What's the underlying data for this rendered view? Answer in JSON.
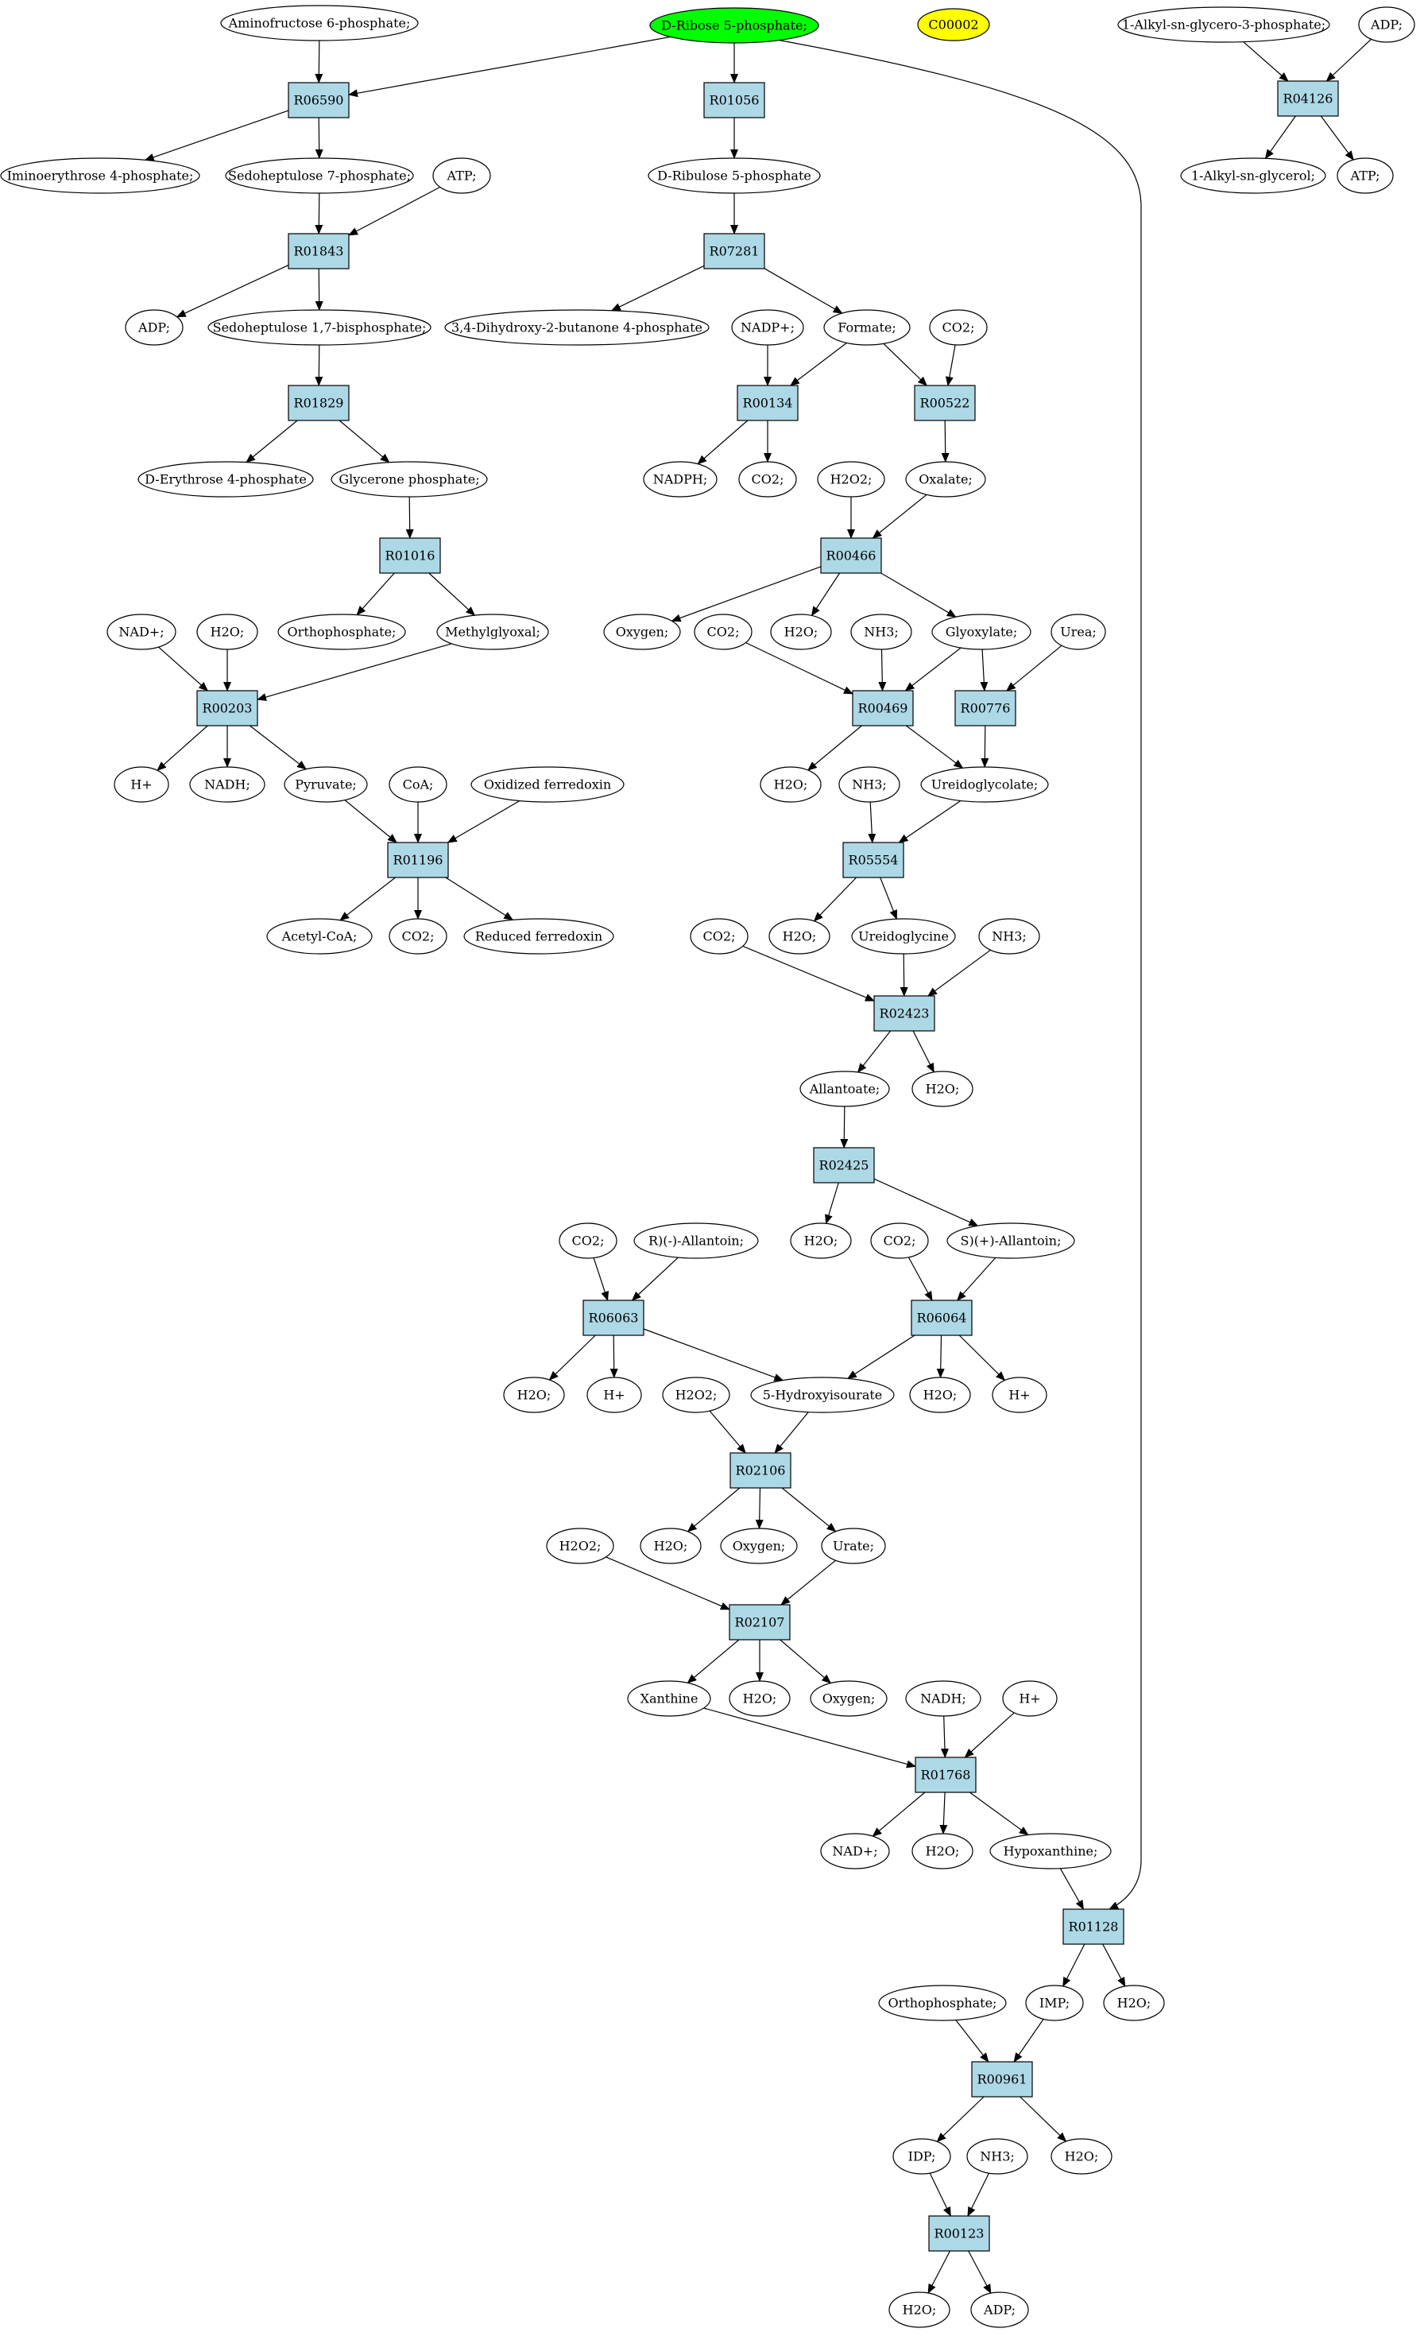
{
  "colors": {
    "reaction_fill": "#add8e6",
    "start_fill": "#00ff00",
    "target_fill": "#ffff00",
    "compound_fill": "#ffffff",
    "stroke": "#000000"
  },
  "nodes": [
    {
      "id": "aminofructose6p",
      "type": "compound",
      "label": "Aminofructose 6-phosphate;"
    },
    {
      "id": "dribose5p",
      "type": "start",
      "label": "D-Ribose 5-phosphate;"
    },
    {
      "id": "c00002",
      "type": "target",
      "label": "C00002"
    },
    {
      "id": "alkylglycero3p",
      "type": "compound",
      "label": "1-Alkyl-sn-glycero-3-phosphate;"
    },
    {
      "id": "adp_top",
      "type": "compound",
      "label": "ADP;"
    },
    {
      "id": "r06590",
      "type": "reaction",
      "label": "R06590"
    },
    {
      "id": "r01056",
      "type": "reaction",
      "label": "R01056"
    },
    {
      "id": "r04126",
      "type": "reaction",
      "label": "R04126"
    },
    {
      "id": "iminoerythrose4p",
      "type": "compound",
      "label": "Iminoerythrose 4-phosphate;"
    },
    {
      "id": "sedoheptulose7p",
      "type": "compound",
      "label": "Sedoheptulose 7-phosphate;"
    },
    {
      "id": "atp_1",
      "type": "compound",
      "label": "ATP;"
    },
    {
      "id": "dribulose5p",
      "type": "compound",
      "label": "D-Ribulose 5-phosphate"
    },
    {
      "id": "alkylglycerol",
      "type": "compound",
      "label": "1-Alkyl-sn-glycerol;"
    },
    {
      "id": "atp_2",
      "type": "compound",
      "label": "ATP;"
    },
    {
      "id": "r01843",
      "type": "reaction",
      "label": "R01843"
    },
    {
      "id": "r07281",
      "type": "reaction",
      "label": "R07281"
    },
    {
      "id": "adp_1",
      "type": "compound",
      "label": "ADP;"
    },
    {
      "id": "sedoheptulose17bp",
      "type": "compound",
      "label": "Sedoheptulose 1,7-bisphosphate;"
    },
    {
      "id": "dihydroxybutanone",
      "type": "compound",
      "label": "3,4-Dihydroxy-2-butanone 4-phosphate"
    },
    {
      "id": "nadp",
      "type": "compound",
      "label": "NADP+;"
    },
    {
      "id": "formate",
      "type": "compound",
      "label": "Formate;"
    },
    {
      "id": "co2_1",
      "type": "compound",
      "label": "CO2;"
    },
    {
      "id": "r01829",
      "type": "reaction",
      "label": "R01829"
    },
    {
      "id": "r00134",
      "type": "reaction",
      "label": "R00134"
    },
    {
      "id": "r00522",
      "type": "reaction",
      "label": "R00522"
    },
    {
      "id": "derythrose4p",
      "type": "compound",
      "label": "D-Erythrose 4-phosphate"
    },
    {
      "id": "glyceronep",
      "type": "compound",
      "label": "Glycerone phosphate;"
    },
    {
      "id": "nadph",
      "type": "compound",
      "label": "NADPH;"
    },
    {
      "id": "co2_2",
      "type": "compound",
      "label": "CO2;"
    },
    {
      "id": "h2o2_1",
      "type": "compound",
      "label": "H2O2;"
    },
    {
      "id": "oxalate",
      "type": "compound",
      "label": "Oxalate;"
    },
    {
      "id": "r01016",
      "type": "reaction",
      "label": "R01016"
    },
    {
      "id": "r00466",
      "type": "reaction",
      "label": "R00466"
    },
    {
      "id": "nad_1",
      "type": "compound",
      "label": "NAD+;"
    },
    {
      "id": "h2o_1",
      "type": "compound",
      "label": "H2O;"
    },
    {
      "id": "orthophosphate_1",
      "type": "compound",
      "label": "Orthophosphate;"
    },
    {
      "id": "methylglyoxal",
      "type": "compound",
      "label": "Methylglyoxal;"
    },
    {
      "id": "oxygen_1",
      "type": "compound",
      "label": "Oxygen;"
    },
    {
      "id": "co2_3",
      "type": "compound",
      "label": "CO2;"
    },
    {
      "id": "h2o_2",
      "type": "compound",
      "label": "H2O;"
    },
    {
      "id": "nh3_1",
      "type": "compound",
      "label": "NH3;"
    },
    {
      "id": "glyoxylate",
      "type": "compound",
      "label": "Glyoxylate;"
    },
    {
      "id": "urea",
      "type": "compound",
      "label": "Urea;"
    },
    {
      "id": "r00203",
      "type": "reaction",
      "label": "R00203"
    },
    {
      "id": "r00469",
      "type": "reaction",
      "label": "R00469"
    },
    {
      "id": "r00776",
      "type": "reaction",
      "label": "R00776"
    },
    {
      "id": "hplus_1",
      "type": "compound",
      "label": "H+"
    },
    {
      "id": "nadh_1",
      "type": "compound",
      "label": "NADH;"
    },
    {
      "id": "pyruvate",
      "type": "compound",
      "label": "Pyruvate;"
    },
    {
      "id": "coa",
      "type": "compound",
      "label": "CoA;"
    },
    {
      "id": "oxferredoxin",
      "type": "compound",
      "label": "Oxidized ferredoxin"
    },
    {
      "id": "h2o_3",
      "type": "compound",
      "label": "H2O;"
    },
    {
      "id": "nh3_2",
      "type": "compound",
      "label": "NH3;"
    },
    {
      "id": "ureidoglycolate",
      "type": "compound",
      "label": "Ureidoglycolate;"
    },
    {
      "id": "r01196",
      "type": "reaction",
      "label": "R01196"
    },
    {
      "id": "r05554",
      "type": "reaction",
      "label": "R05554"
    },
    {
      "id": "acetylcoa",
      "type": "compound",
      "label": "Acetyl-CoA;"
    },
    {
      "id": "co2_4",
      "type": "compound",
      "label": "CO2;"
    },
    {
      "id": "redferredoxin",
      "type": "compound",
      "label": "Reduced ferredoxin"
    },
    {
      "id": "co2_5",
      "type": "compound",
      "label": "CO2;"
    },
    {
      "id": "h2o_4",
      "type": "compound",
      "label": "H2O;"
    },
    {
      "id": "ureidoglycine",
      "type": "compound",
      "label": "Ureidoglycine"
    },
    {
      "id": "nh3_3",
      "type": "compound",
      "label": "NH3;"
    },
    {
      "id": "r02423",
      "type": "reaction",
      "label": "R02423"
    },
    {
      "id": "allantoate",
      "type": "compound",
      "label": "Allantoate;"
    },
    {
      "id": "h2o_5",
      "type": "compound",
      "label": "H2O;"
    },
    {
      "id": "r02425",
      "type": "reaction",
      "label": "R02425"
    },
    {
      "id": "h2o_6",
      "type": "compound",
      "label": "H2O;"
    },
    {
      "id": "co2_6",
      "type": "compound",
      "label": "CO2;"
    },
    {
      "id": "rallantoin",
      "type": "compound",
      "label": "R)(-)-Allantoin;"
    },
    {
      "id": "co2_7",
      "type": "compound",
      "label": "CO2;"
    },
    {
      "id": "sallantoin",
      "type": "compound",
      "label": "S)(+)-Allantoin;"
    },
    {
      "id": "r06063",
      "type": "reaction",
      "label": "R06063"
    },
    {
      "id": "r06064",
      "type": "reaction",
      "label": "R06064"
    },
    {
      "id": "h2o_7",
      "type": "compound",
      "label": "H2O;"
    },
    {
      "id": "hplus_2",
      "type": "compound",
      "label": "H+"
    },
    {
      "id": "h2o2_2",
      "type": "compound",
      "label": "H2O2;"
    },
    {
      "id": "hydroxyisourate",
      "type": "compound",
      "label": "5-Hydroxyisourate"
    },
    {
      "id": "h2o_8",
      "type": "compound",
      "label": "H2O;"
    },
    {
      "id": "hplus_3",
      "type": "compound",
      "label": "H+"
    },
    {
      "id": "r02106",
      "type": "reaction",
      "label": "R02106"
    },
    {
      "id": "h2o2_3",
      "type": "compound",
      "label": "H2O2;"
    },
    {
      "id": "h2o_9",
      "type": "compound",
      "label": "H2O;"
    },
    {
      "id": "oxygen_2",
      "type": "compound",
      "label": "Oxygen;"
    },
    {
      "id": "urate",
      "type": "compound",
      "label": "Urate;"
    },
    {
      "id": "r02107",
      "type": "reaction",
      "label": "R02107"
    },
    {
      "id": "xanthine",
      "type": "compound",
      "label": "Xanthine"
    },
    {
      "id": "h2o_10",
      "type": "compound",
      "label": "H2O;"
    },
    {
      "id": "oxygen_3",
      "type": "compound",
      "label": "Oxygen;"
    },
    {
      "id": "nadh_2",
      "type": "compound",
      "label": "NADH;"
    },
    {
      "id": "hplus_4",
      "type": "compound",
      "label": "H+"
    },
    {
      "id": "r01768",
      "type": "reaction",
      "label": "R01768"
    },
    {
      "id": "nad_2",
      "type": "compound",
      "label": "NAD+;"
    },
    {
      "id": "h2o_11",
      "type": "compound",
      "label": "H2O;"
    },
    {
      "id": "hypoxanthine",
      "type": "compound",
      "label": "Hypoxanthine;"
    },
    {
      "id": "r01128",
      "type": "reaction",
      "label": "R01128"
    },
    {
      "id": "orthophosphate_2",
      "type": "compound",
      "label": "Orthophosphate;"
    },
    {
      "id": "imp",
      "type": "compound",
      "label": "IMP;"
    },
    {
      "id": "h2o_12",
      "type": "compound",
      "label": "H2O;"
    },
    {
      "id": "r00961",
      "type": "reaction",
      "label": "R00961"
    },
    {
      "id": "idp",
      "type": "compound",
      "label": "IDP;"
    },
    {
      "id": "nh3_4",
      "type": "compound",
      "label": "NH3;"
    },
    {
      "id": "h2o_13",
      "type": "compound",
      "label": "H2O;"
    },
    {
      "id": "r00123",
      "type": "reaction",
      "label": "R00123"
    },
    {
      "id": "h2o_14",
      "type": "compound",
      "label": "H2O;"
    },
    {
      "id": "adp_2",
      "type": "compound",
      "label": "ADP;"
    }
  ],
  "edges": [
    [
      "aminofructose6p",
      "r06590"
    ],
    [
      "dribose5p",
      "r06590"
    ],
    [
      "dribose5p",
      "r01056"
    ],
    [
      "dribose5p",
      "r01128"
    ],
    [
      "alkylglycero3p",
      "r04126"
    ],
    [
      "adp_top",
      "r04126"
    ],
    [
      "r06590",
      "iminoerythrose4p"
    ],
    [
      "r06590",
      "sedoheptulose7p"
    ],
    [
      "r01056",
      "dribulose5p"
    ],
    [
      "r04126",
      "alkylglycerol"
    ],
    [
      "r04126",
      "atp_2"
    ],
    [
      "sedoheptulose7p",
      "r01843"
    ],
    [
      "atp_1",
      "r01843"
    ],
    [
      "dribulose5p",
      "r07281"
    ],
    [
      "r01843",
      "adp_1"
    ],
    [
      "r01843",
      "sedoheptulose17bp"
    ],
    [
      "r07281",
      "dihydroxybutanone"
    ],
    [
      "r07281",
      "formate"
    ],
    [
      "sedoheptulose17bp",
      "r01829"
    ],
    [
      "nadp",
      "r00134"
    ],
    [
      "formate",
      "r00134"
    ],
    [
      "formate",
      "r00522"
    ],
    [
      "co2_1",
      "r00522"
    ],
    [
      "r01829",
      "derythrose4p"
    ],
    [
      "r01829",
      "glyceronep"
    ],
    [
      "r00134",
      "nadph"
    ],
    [
      "r00134",
      "co2_2"
    ],
    [
      "r00522",
      "oxalate"
    ],
    [
      "glyceronep",
      "r01016"
    ],
    [
      "h2o2_1",
      "r00466"
    ],
    [
      "oxalate",
      "r00466"
    ],
    [
      "r01016",
      "orthophosphate_1"
    ],
    [
      "r01016",
      "methylglyoxal"
    ],
    [
      "r00466",
      "oxygen_1"
    ],
    [
      "r00466",
      "h2o_2"
    ],
    [
      "r00466",
      "glyoxylate"
    ],
    [
      "nad_1",
      "r00203"
    ],
    [
      "h2o_1",
      "r00203"
    ],
    [
      "methylglyoxal",
      "r00203"
    ],
    [
      "co2_3",
      "r00469"
    ],
    [
      "nh3_1",
      "r00469"
    ],
    [
      "glyoxylate",
      "r00469"
    ],
    [
      "glyoxylate",
      "r00776"
    ],
    [
      "urea",
      "r00776"
    ],
    [
      "r00203",
      "hplus_1"
    ],
    [
      "r00203",
      "nadh_1"
    ],
    [
      "r00203",
      "pyruvate"
    ],
    [
      "r00469",
      "h2o_3"
    ],
    [
      "r00469",
      "ureidoglycolate"
    ],
    [
      "r00776",
      "ureidoglycolate"
    ],
    [
      "pyruvate",
      "r01196"
    ],
    [
      "coa",
      "r01196"
    ],
    [
      "oxferredoxin",
      "r01196"
    ],
    [
      "nh3_2",
      "r05554"
    ],
    [
      "ureidoglycolate",
      "r05554"
    ],
    [
      "r01196",
      "acetylcoa"
    ],
    [
      "r01196",
      "co2_4"
    ],
    [
      "r01196",
      "redferredoxin"
    ],
    [
      "r05554",
      "h2o_4"
    ],
    [
      "r05554",
      "ureidoglycine"
    ],
    [
      "co2_5",
      "r02423"
    ],
    [
      "ureidoglycine",
      "r02423"
    ],
    [
      "nh3_3",
      "r02423"
    ],
    [
      "r02423",
      "allantoate"
    ],
    [
      "r02423",
      "h2o_5"
    ],
    [
      "allantoate",
      "r02425"
    ],
    [
      "r02425",
      "h2o_6"
    ],
    [
      "r02425",
      "sallantoin"
    ],
    [
      "co2_6",
      "r06063"
    ],
    [
      "rallantoin",
      "r06063"
    ],
    [
      "co2_7",
      "r06064"
    ],
    [
      "sallantoin",
      "r06064"
    ],
    [
      "r06063",
      "h2o_7"
    ],
    [
      "r06063",
      "hplus_2"
    ],
    [
      "r06063",
      "hydroxyisourate"
    ],
    [
      "r06064",
      "hydroxyisourate"
    ],
    [
      "r06064",
      "h2o_8"
    ],
    [
      "r06064",
      "hplus_3"
    ],
    [
      "h2o2_2",
      "r02106"
    ],
    [
      "hydroxyisourate",
      "r02106"
    ],
    [
      "r02106",
      "h2o_9"
    ],
    [
      "r02106",
      "oxygen_2"
    ],
    [
      "r02106",
      "urate"
    ],
    [
      "h2o2_3",
      "r02107"
    ],
    [
      "urate",
      "r02107"
    ],
    [
      "r02107",
      "xanthine"
    ],
    [
      "r02107",
      "h2o_10"
    ],
    [
      "r02107",
      "oxygen_3"
    ],
    [
      "xanthine",
      "r01768"
    ],
    [
      "nadh_2",
      "r01768"
    ],
    [
      "hplus_4",
      "r01768"
    ],
    [
      "r01768",
      "nad_2"
    ],
    [
      "r01768",
      "h2o_11"
    ],
    [
      "r01768",
      "hypoxanthine"
    ],
    [
      "hypoxanthine",
      "r01128"
    ],
    [
      "r01128",
      "imp"
    ],
    [
      "r01128",
      "h2o_12"
    ],
    [
      "orthophosphate_2",
      "r00961"
    ],
    [
      "imp",
      "r00961"
    ],
    [
      "r00961",
      "idp"
    ],
    [
      "r00961",
      "h2o_13"
    ],
    [
      "idp",
      "r00123"
    ],
    [
      "nh3_4",
      "r00123"
    ],
    [
      "r00123",
      "h2o_14"
    ],
    [
      "r00123",
      "adp_2"
    ]
  ]
}
